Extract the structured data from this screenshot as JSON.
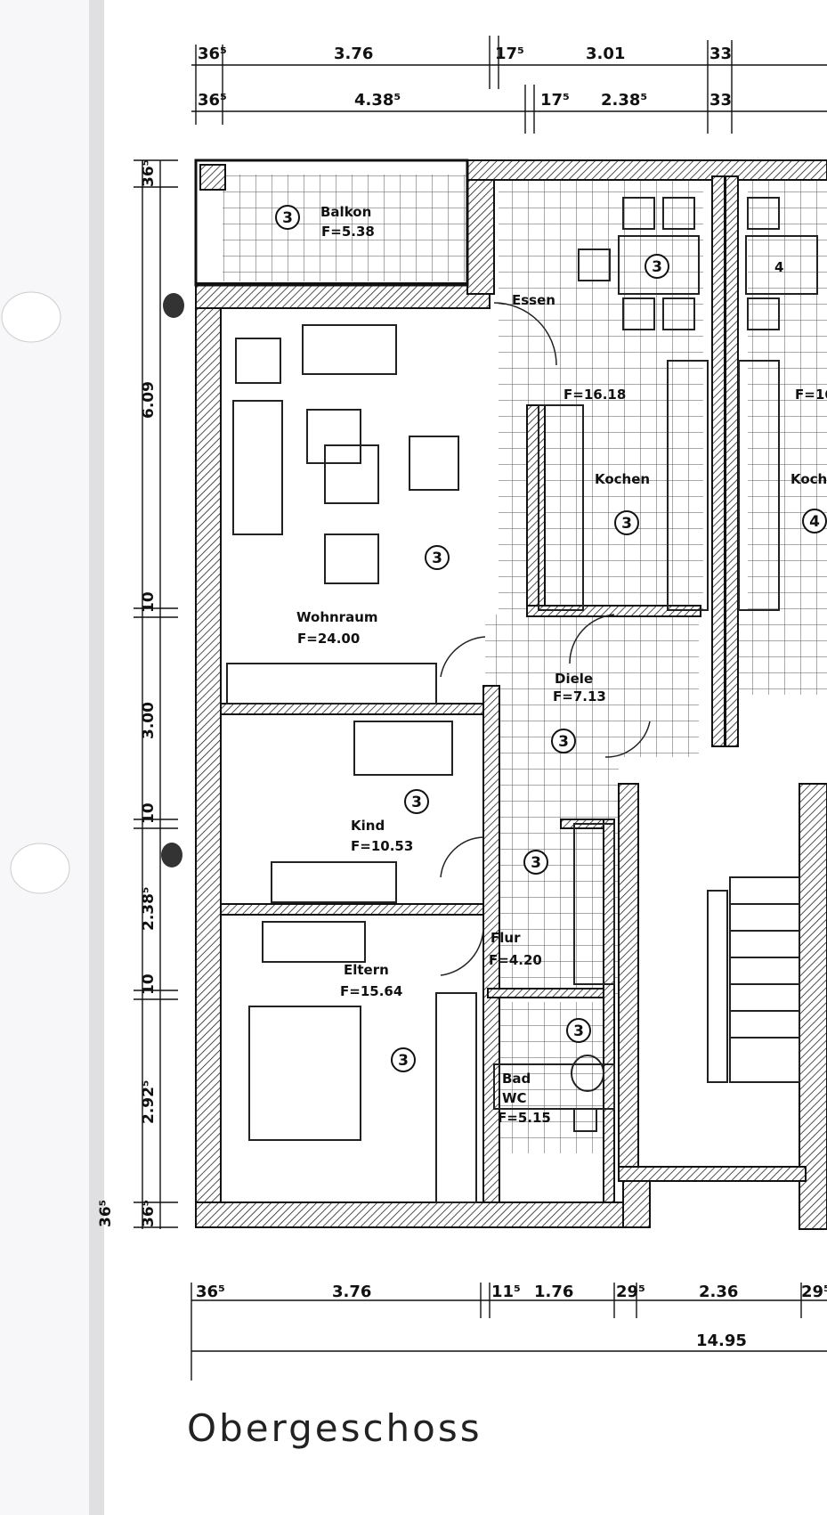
{
  "title": "Obergeschoss",
  "rooms": [
    {
      "name": "Balkon",
      "area": "F=5.38"
    },
    {
      "name": "Essen",
      "area": ""
    },
    {
      "name": "Kochen",
      "area": "F=16.18"
    },
    {
      "name": "Wohnraum",
      "area": "F=24.00"
    },
    {
      "name": "Diele",
      "area": "F=7.13"
    },
    {
      "name": "Kind",
      "area": "F=10.53"
    },
    {
      "name": "Flur",
      "area": "F=4.20"
    },
    {
      "name": "Eltern",
      "area": "F=15.64"
    },
    {
      "name": "Bad",
      "area": "WC"
    },
    {
      "name": "F=5.15",
      "area": ""
    }
  ],
  "neighbor": {
    "area_partial": "F=16",
    "kitchen_partial": "Koch",
    "table_label": "4",
    "marker": "4"
  },
  "marker": "3",
  "dims_top1": [
    "36⁵",
    "3.76",
    "17⁵",
    "3.01",
    "33"
  ],
  "dims_top2": [
    "36⁵",
    "4.38⁵",
    "17⁵",
    "2.38⁵",
    "33"
  ],
  "dims_left": [
    "36⁵",
    "6.09",
    "10",
    "3.00",
    "10",
    "2.38⁵",
    "10",
    "2.92⁵",
    "36⁵",
    "36⁵"
  ],
  "dims_bottom": [
    "36⁵",
    "3.76",
    "11⁵",
    "1.76",
    "29⁵",
    "2.36",
    "29⁵"
  ],
  "total": "14.95"
}
